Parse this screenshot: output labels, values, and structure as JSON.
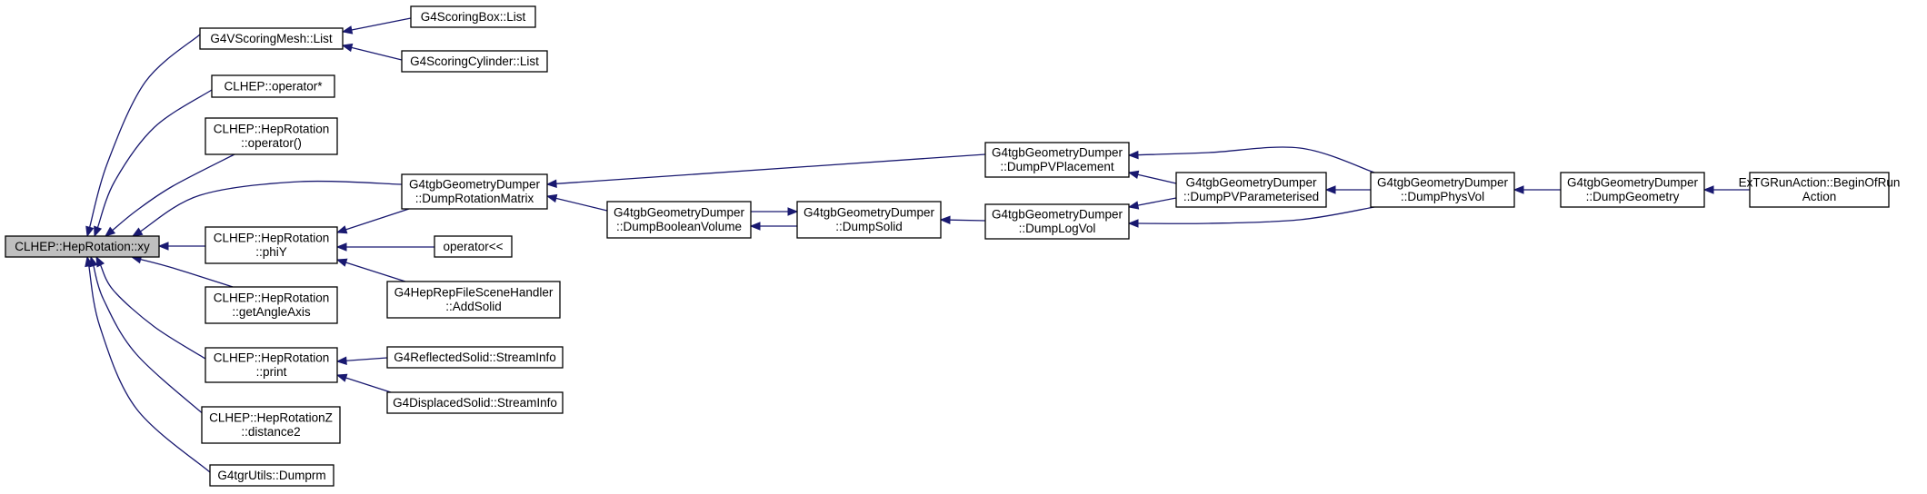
{
  "nodes": [
    {
      "id": "root",
      "lines": [
        "CLHEP::HepRotation::xy"
      ],
      "root": true
    },
    {
      "id": "scoringmesh_list",
      "lines": [
        "G4VScoringMesh::List"
      ]
    },
    {
      "id": "scoringbox_list",
      "lines": [
        "G4ScoringBox::List"
      ]
    },
    {
      "id": "scoringcyl_list",
      "lines": [
        "G4ScoringCylinder::List"
      ]
    },
    {
      "id": "op_star",
      "lines": [
        "CLHEP::operator*"
      ]
    },
    {
      "id": "heprot_op",
      "lines": [
        "CLHEP::HepRotation",
        "::operator()"
      ]
    },
    {
      "id": "dump_rotmatrix",
      "lines": [
        "G4tgbGeometryDumper",
        "::DumpRotationMatrix"
      ]
    },
    {
      "id": "phiY",
      "lines": [
        "CLHEP::HepRotation",
        "::phiY"
      ]
    },
    {
      "id": "op_ll",
      "lines": [
        "operator<<"
      ]
    },
    {
      "id": "heprep_addsolid",
      "lines": [
        "G4HepRepFileSceneHandler",
        "::AddSolid"
      ]
    },
    {
      "id": "getAngleAxis",
      "lines": [
        "CLHEP::HepRotation",
        "::getAngleAxis"
      ]
    },
    {
      "id": "print",
      "lines": [
        "CLHEP::HepRotation",
        "::print"
      ]
    },
    {
      "id": "reflected_si",
      "lines": [
        "G4ReflectedSolid::StreamInfo"
      ]
    },
    {
      "id": "displaced_si",
      "lines": [
        "G4DisplacedSolid::StreamInfo"
      ]
    },
    {
      "id": "distance2",
      "lines": [
        "CLHEP::HepRotationZ",
        "::distance2"
      ]
    },
    {
      "id": "dumprm",
      "lines": [
        "G4tgrUtils::Dumprm"
      ]
    },
    {
      "id": "dump_boolean",
      "lines": [
        "G4tgbGeometryDumper",
        "::DumpBooleanVolume"
      ]
    },
    {
      "id": "dump_solid",
      "lines": [
        "G4tgbGeometryDumper",
        "::DumpSolid"
      ]
    },
    {
      "id": "dump_pvplacement",
      "lines": [
        "G4tgbGeometryDumper",
        "::DumpPVPlacement"
      ]
    },
    {
      "id": "dump_logvol",
      "lines": [
        "G4tgbGeometryDumper",
        "::DumpLogVol"
      ]
    },
    {
      "id": "dump_pvparam",
      "lines": [
        "G4tgbGeometryDumper",
        "::DumpPVParameterised"
      ]
    },
    {
      "id": "dump_physvol",
      "lines": [
        "G4tgbGeometryDumper",
        "::DumpPhysVol"
      ]
    },
    {
      "id": "dump_geometry",
      "lines": [
        "G4tgbGeometryDumper",
        "::DumpGeometry"
      ]
    },
    {
      "id": "begin_of_run",
      "lines": [
        "ExTGRunAction::BeginOfRun",
        "Action"
      ]
    }
  ],
  "edges": [
    {
      "from": "scoringmesh_list",
      "to": "root"
    },
    {
      "from": "op_star",
      "to": "root"
    },
    {
      "from": "heprot_op",
      "to": "root"
    },
    {
      "from": "dump_rotmatrix",
      "to": "root"
    },
    {
      "from": "phiY",
      "to": "root"
    },
    {
      "from": "getAngleAxis",
      "to": "root"
    },
    {
      "from": "print",
      "to": "root"
    },
    {
      "from": "distance2",
      "to": "root"
    },
    {
      "from": "dumprm",
      "to": "root"
    },
    {
      "from": "scoringbox_list",
      "to": "scoringmesh_list"
    },
    {
      "from": "scoringcyl_list",
      "to": "scoringmesh_list"
    },
    {
      "from": "dump_rotmatrix",
      "to": "phiY"
    },
    {
      "from": "op_ll",
      "to": "phiY"
    },
    {
      "from": "heprep_addsolid",
      "to": "phiY"
    },
    {
      "from": "reflected_si",
      "to": "print"
    },
    {
      "from": "displaced_si",
      "to": "print"
    },
    {
      "from": "dump_pvplacement",
      "to": "dump_rotmatrix"
    },
    {
      "from": "dump_boolean",
      "to": "dump_rotmatrix"
    },
    {
      "from": "dump_solid",
      "to": "dump_boolean"
    },
    {
      "from": "dump_boolean",
      "to": "dump_solid"
    },
    {
      "from": "dump_logvol",
      "to": "dump_solid"
    },
    {
      "from": "dump_pvparam",
      "to": "dump_pvplacement"
    },
    {
      "from": "dump_physvol",
      "to": "dump_pvplacement"
    },
    {
      "from": "dump_pvparam",
      "to": "dump_logvol"
    },
    {
      "from": "dump_physvol",
      "to": "dump_logvol"
    },
    {
      "from": "dump_physvol",
      "to": "dump_pvparam"
    },
    {
      "from": "dump_geometry",
      "to": "dump_physvol"
    },
    {
      "from": "begin_of_run",
      "to": "dump_geometry"
    }
  ],
  "colors": {
    "edge": "#191970",
    "root_fill": "#bfbfbf",
    "node_fill": "#ffffff",
    "node_border": "#000000"
  }
}
